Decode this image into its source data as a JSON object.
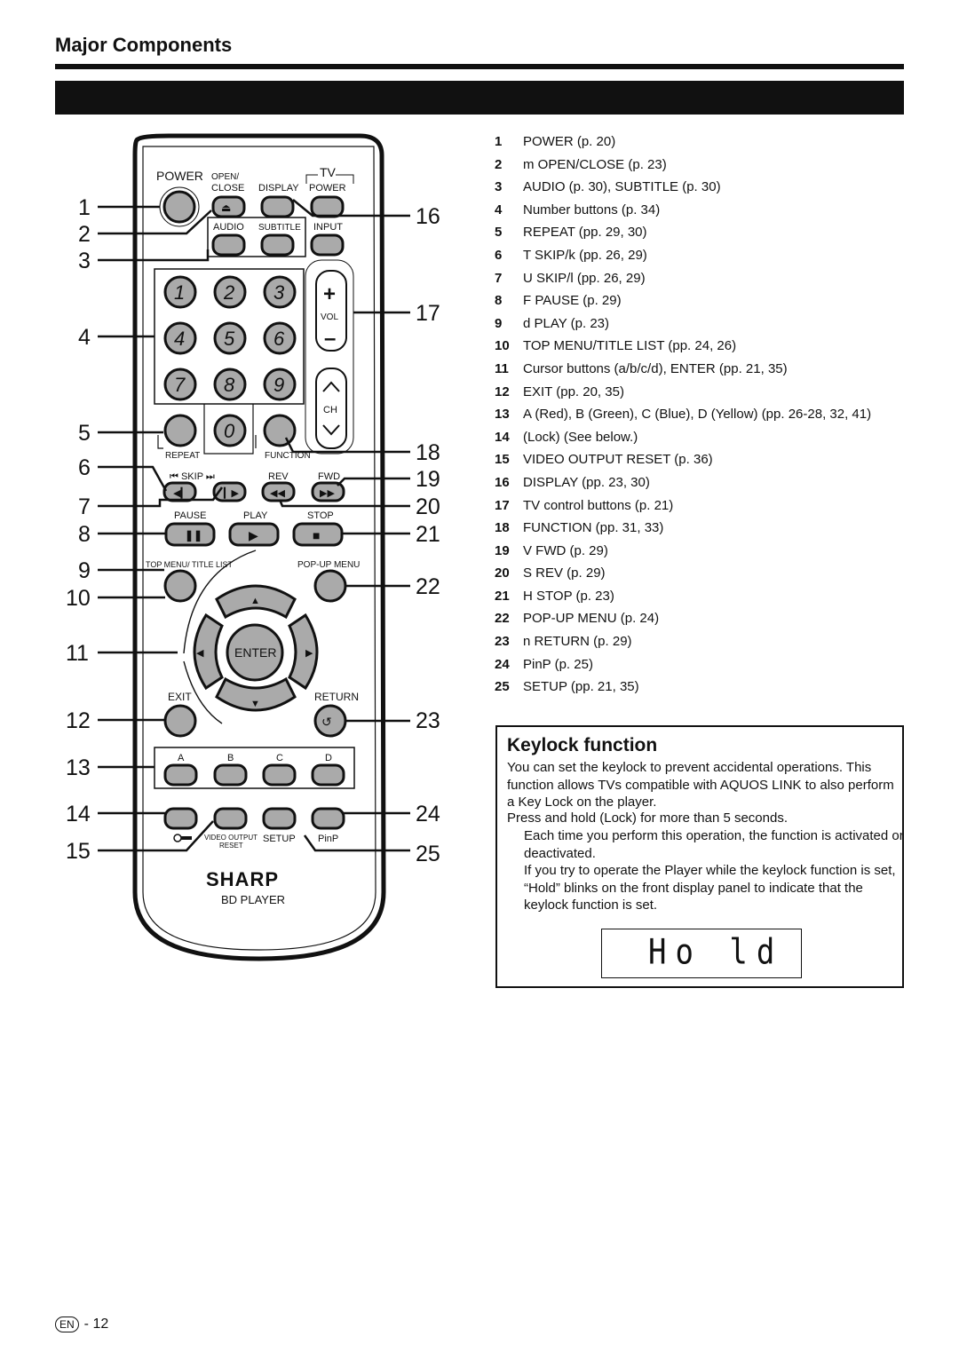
{
  "section_title": "Major Components",
  "remote": {
    "power": "POWER",
    "open_close_1": "OPEN/",
    "open_close_2": "CLOSE",
    "display": "DISPLAY",
    "tv": "TV",
    "tv_power": "POWER",
    "audio": "AUDIO",
    "subtitle": "SUBTITLE",
    "input": "INPUT",
    "digits": [
      "1",
      "2",
      "3",
      "4",
      "5",
      "6",
      "7",
      "8",
      "9",
      "0"
    ],
    "vol": "VOL",
    "ch": "CH",
    "repeat": "REPEAT",
    "function": "FUNCTION",
    "skip": "SKIP",
    "rev": "REV",
    "fwd": "FWD",
    "pause": "PAUSE",
    "play": "PLAY",
    "stop": "STOP",
    "top_menu": "TOP MENU/ TITLE LIST",
    "popup_menu": "POP-UP MENU",
    "enter": "ENTER",
    "exit": "EXIT",
    "return": "RETURN",
    "abcd": [
      "A",
      "B",
      "C",
      "D"
    ],
    "video_output_1": "VIDEO OUTPUT",
    "video_output_2": "RESET",
    "setup": "SETUP",
    "pinp": "PinP",
    "brand": "SHARP",
    "model": "BD PLAYER",
    "callouts_left": [
      "1",
      "2",
      "3",
      "4",
      "5",
      "6",
      "7",
      "8",
      "9",
      "10",
      "11",
      "12",
      "13",
      "14",
      "15"
    ],
    "callouts_right": [
      "16",
      "17",
      "18",
      "19",
      "20",
      "21",
      "22",
      "23",
      "24",
      "25"
    ]
  },
  "components": [
    {
      "n": "1",
      "text": "POWER (p. 20)"
    },
    {
      "n": "2",
      "text": "m OPEN/CLOSE (p. 23)"
    },
    {
      "n": "3",
      "text": "AUDIO (p. 30), SUBTITLE (p. 30)"
    },
    {
      "n": "4",
      "text": "Number buttons (p. 34)"
    },
    {
      "n": "5",
      "text": "REPEAT (pp. 29, 30)"
    },
    {
      "n": "6",
      "text": "T SKIP/k (pp. 26, 29)"
    },
    {
      "n": "7",
      "text": "U SKIP/l (pp. 26, 29)"
    },
    {
      "n": "8",
      "text": "F PAUSE (p. 29)"
    },
    {
      "n": "9",
      "text": "d PLAY (p. 23)"
    },
    {
      "n": "10",
      "text": "TOP MENU/TITLE LIST (pp. 24, 26)"
    },
    {
      "n": "11",
      "text": "Cursor buttons (a/b/c/d), ENTER (pp. 21, 35)"
    },
    {
      "n": "12",
      "text": "EXIT (pp. 20, 35)"
    },
    {
      "n": "13",
      "text": "A (Red), B (Green), C (Blue), D (Yellow) (pp. 26-28, 32, 41)"
    },
    {
      "n": "14",
      "text": "(Lock) (See below.)"
    },
    {
      "n": "15",
      "text": "VIDEO OUTPUT RESET (p. 36)"
    },
    {
      "n": "16",
      "text": "DISPLAY (pp. 23, 30)"
    },
    {
      "n": "17",
      "text": "TV control buttons (p. 21)"
    },
    {
      "n": "18",
      "text": "FUNCTION (pp. 31, 33)"
    },
    {
      "n": "19",
      "text": "V FWD (p. 29)"
    },
    {
      "n": "20",
      "text": "S REV (p. 29)"
    },
    {
      "n": "21",
      "text": "H STOP (p. 23)"
    },
    {
      "n": "22",
      "text": "POP-UP MENU (p. 24)"
    },
    {
      "n": "23",
      "text": "n RETURN (p. 29)"
    },
    {
      "n": "24",
      "text": "PinP (p. 25)"
    },
    {
      "n": "25",
      "text": "SETUP (pp. 21, 35)"
    }
  ],
  "keylock": {
    "title": "Keylock function",
    "p1": "You can set the keylock to prevent accidental operations. This function allows TVs compatible with AQUOS LINK to also perform a Key Lock on the player.",
    "p2": "Press and hold (Lock) for more than 5 seconds.",
    "p3": "Each time you perform this operation, the function is activated or deactivated.",
    "p4": "If you try to operate the Player while the keylock function is set, “Hold” blinks on the front display panel to indicate that the keylock function is set.",
    "display_text": "Ho ld"
  },
  "footer": {
    "lang": "EN",
    "page": "- 12"
  }
}
